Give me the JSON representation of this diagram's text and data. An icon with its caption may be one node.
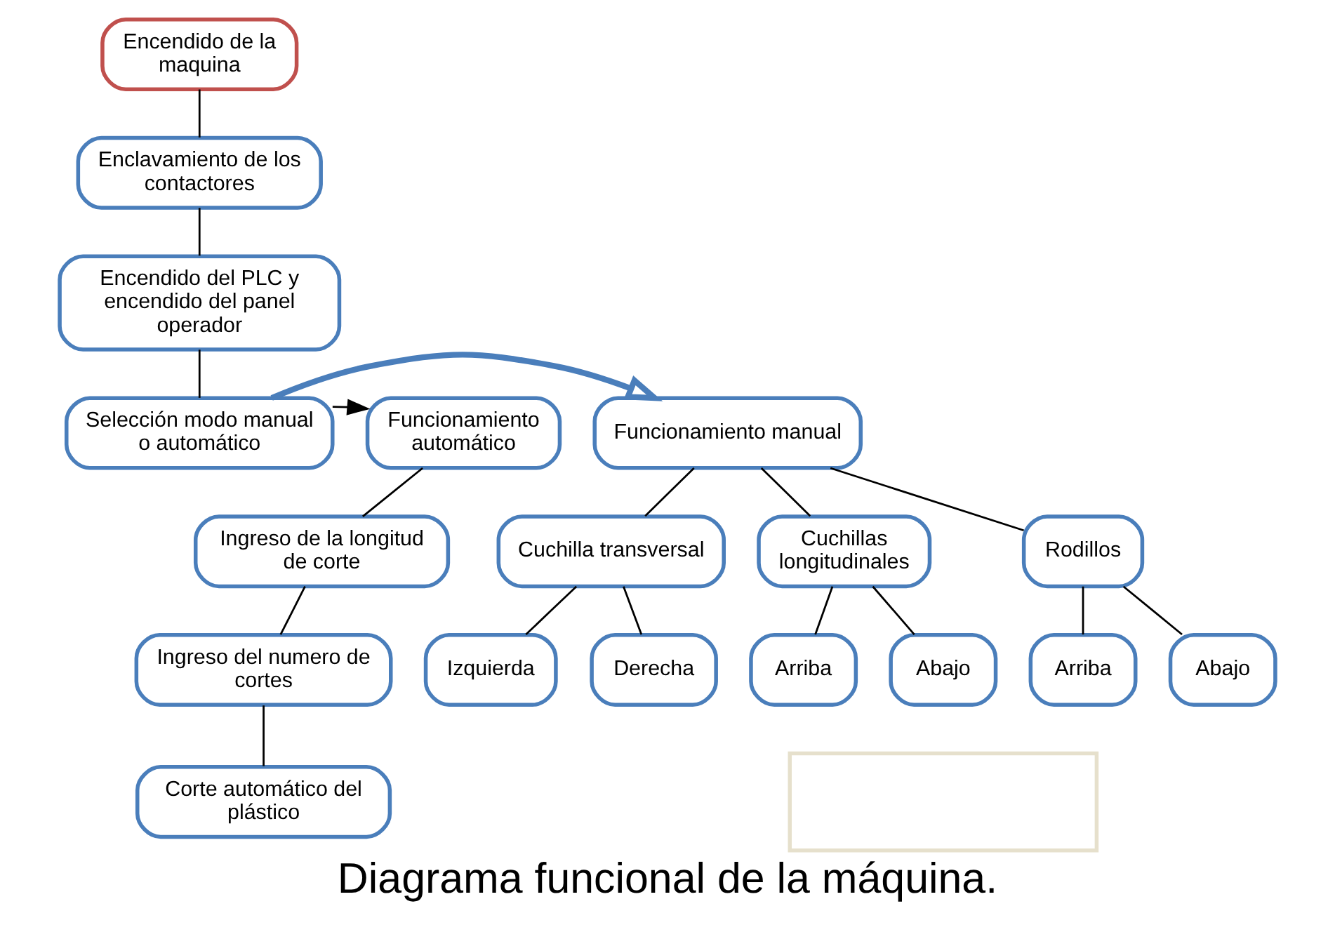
{
  "diagram": {
    "caption": "Diagrama funcional de la máquina.",
    "nodes": [
      {
        "text": [
          "Encendido de la maquina"
        ]
      },
      {
        "text": [
          "Enclavamiento de los contactores"
        ]
      },
      {
        "text": [
          "Encendido del PLC y encendido del panel operador"
        ]
      },
      {
        "text": [
          "Selección modo manual o automático"
        ]
      },
      {
        "text": [
          "Funcionamiento manual"
        ]
      },
      {
        "text": [
          "Funcionamiento automático"
        ]
      },
      {
        "text": [
          "Cuchilla transversal"
        ]
      },
      {
        "text": [
          "Cuchillas longitudinales"
        ]
      },
      {
        "text": [
          "Rodillos"
        ]
      },
      {
        "text": [
          "Izquierda"
        ]
      },
      {
        "text": [
          "Derecha"
        ]
      },
      {
        "text": [
          "Arriba"
        ]
      },
      {
        "text": [
          "Abajo"
        ]
      },
      {
        "text": [
          "Arriba"
        ]
      },
      {
        "text": [
          "Abajo"
        ]
      },
      {
        "text": [
          "Ingreso de la longitud de corte"
        ]
      },
      {
        "text": [
          "Ingreso del numero de cortes"
        ]
      },
      {
        "text": [
          "Corte automático del plástico"
        ]
      },
      {
        "text": [],
        "shape": "box"
      }
    ],
    "edges": [
      {
        "from": 0,
        "to": 1,
        "arrow": "none"
      },
      {
        "from": 1,
        "to": 2,
        "arrow": "none"
      },
      {
        "from": 2,
        "to": 3,
        "arrow": "none"
      },
      {
        "from": 3,
        "to": 4,
        "arrow": "to",
        "style": "thick",
        "color": "#4a7ebb"
      },
      {
        "from": 3,
        "to": 5,
        "arrow": "to"
      },
      {
        "from": 4,
        "to": 6,
        "arrow": "none"
      },
      {
        "from": 4,
        "to": 7,
        "arrow": "none"
      },
      {
        "from": 4,
        "to": 8,
        "arrow": "none"
      },
      {
        "from": 6,
        "to": 9,
        "arrow": "none"
      },
      {
        "from": 6,
        "to": 10,
        "arrow": "none"
      },
      {
        "from": 7,
        "to": 11,
        "arrow": "none"
      },
      {
        "from": 7,
        "to": 12,
        "arrow": "none"
      },
      {
        "from": 8,
        "to": 13,
        "arrow": "none"
      },
      {
        "from": 8,
        "to": 14,
        "arrow": "none"
      },
      {
        "from": 5,
        "to": 15,
        "arrow": "none"
      },
      {
        "from": 15,
        "to": 16,
        "arrow": "none"
      },
      {
        "from": 16,
        "to": 17,
        "arrow": "none"
      }
    ]
  }
}
